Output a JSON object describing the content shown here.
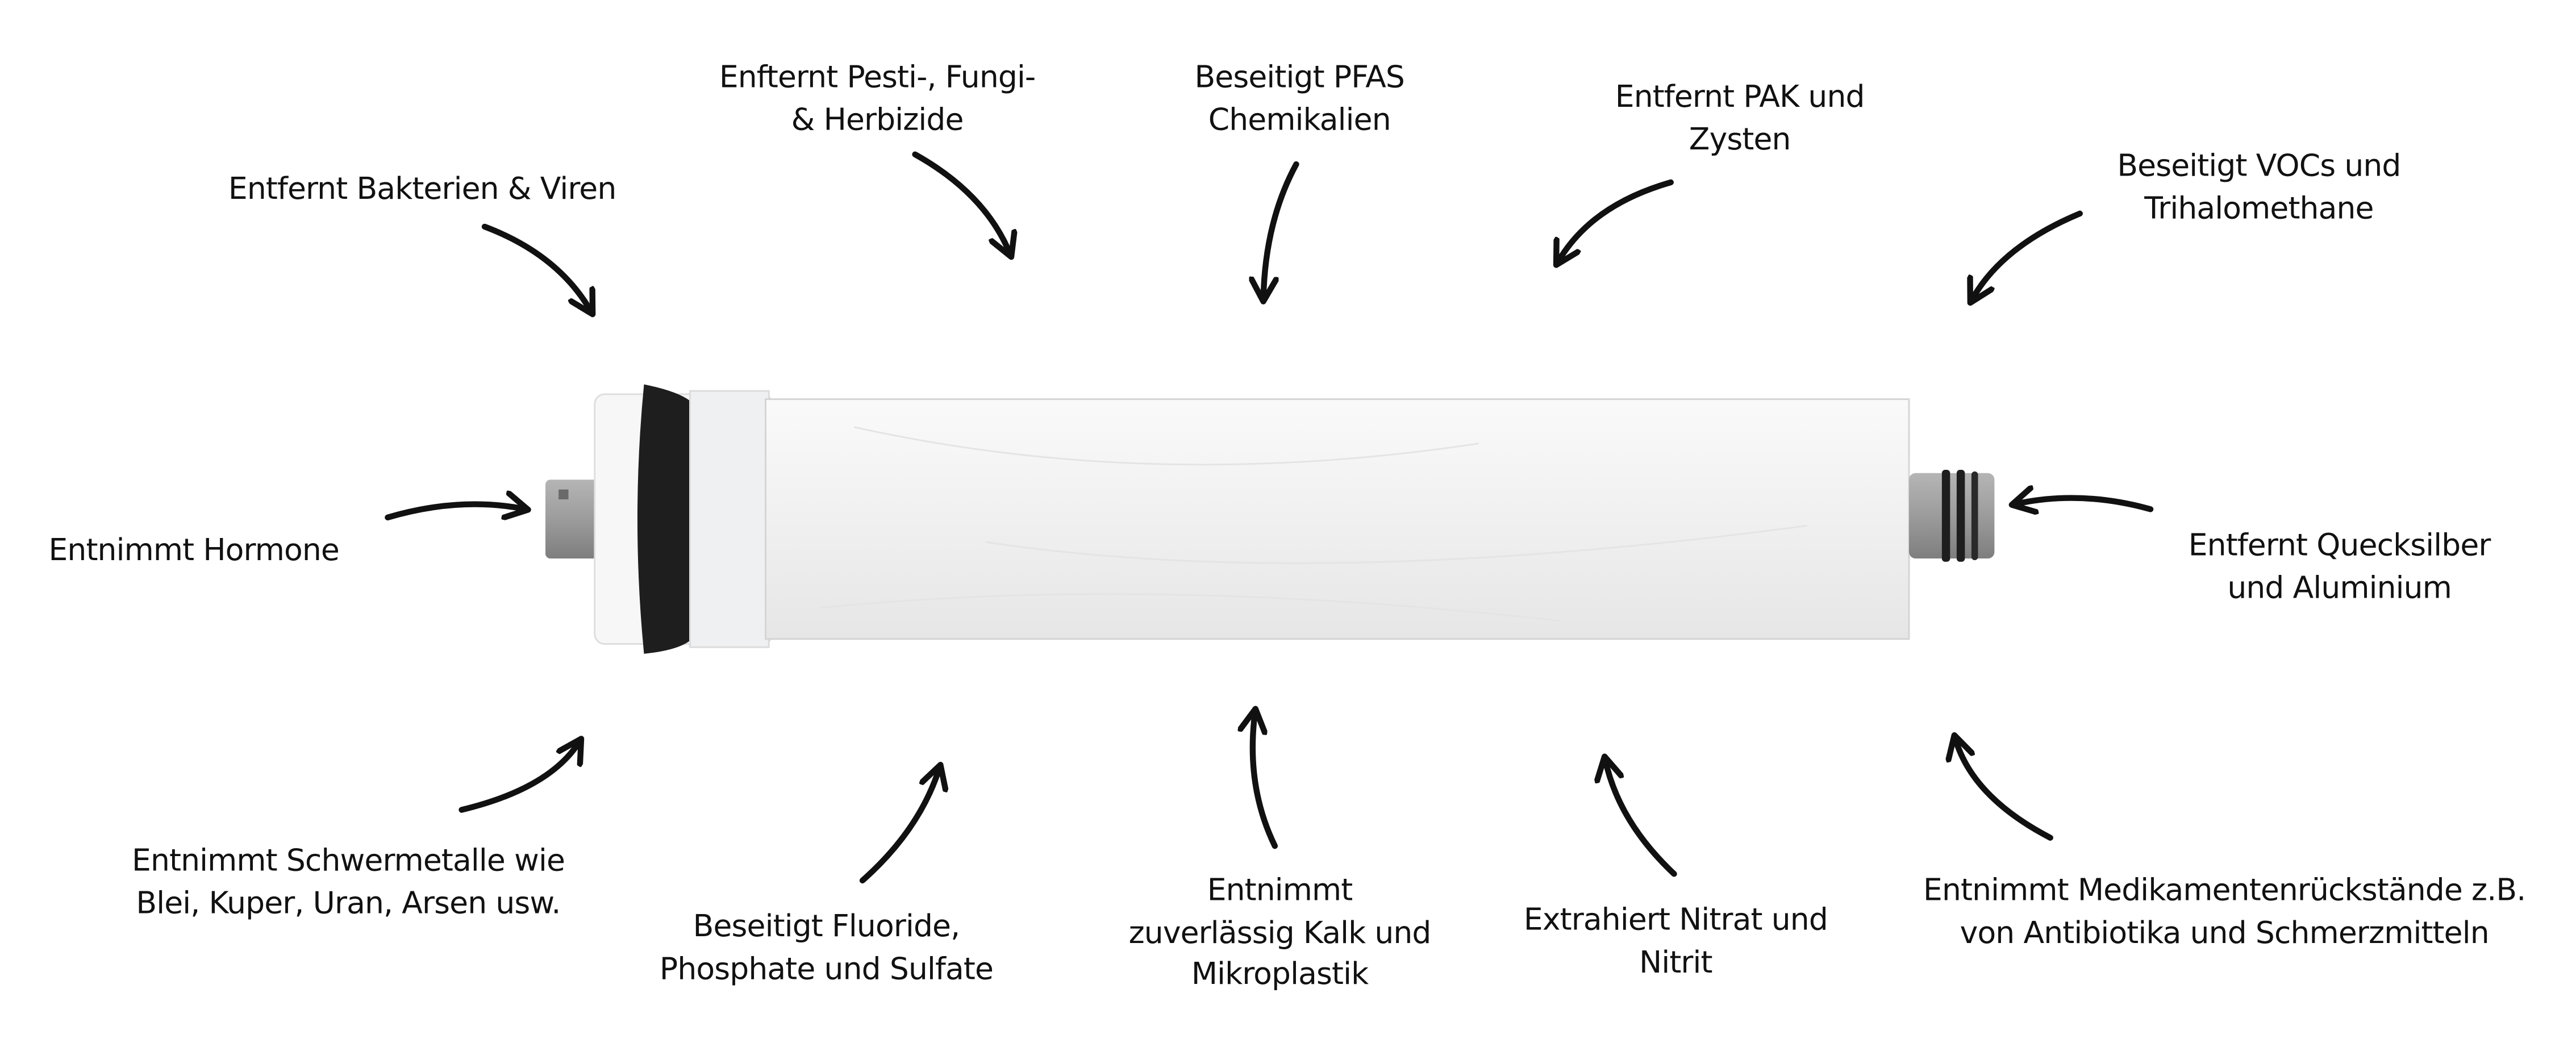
{
  "labels": {
    "bakterien": {
      "lines": [
        "Entfernt Bakterien & Viren"
      ]
    },
    "pestizide": {
      "lines": [
        "Enfternt Pesti-, Fungi-",
        "& Herbizide"
      ]
    },
    "pfas": {
      "lines": [
        "Beseitigt PFAS",
        "Chemikalien"
      ]
    },
    "pak": {
      "lines": [
        "Entfernt PAK und",
        "Zysten"
      ]
    },
    "vocs": {
      "lines": [
        "Beseitigt VOCs und",
        "Trihalomethane"
      ]
    },
    "hormone": {
      "lines": [
        "Entnimmt Hormone"
      ]
    },
    "quecksilber": {
      "lines": [
        "Entfernt Quecksilber",
        "und Aluminium"
      ]
    },
    "schwermetalle": {
      "lines": [
        "Entnimmt Schwermetalle wie",
        "Blei, Kuper, Uran, Arsen usw."
      ]
    },
    "fluoride": {
      "lines": [
        "Beseitigt Fluoride,",
        "Phosphate und Sulfate"
      ]
    },
    "kalk": {
      "lines": [
        "Entnimmt",
        "zuverlässig Kalk und",
        "Mikroplastik"
      ]
    },
    "nitrat": {
      "lines": [
        "Extrahiert Nitrat und",
        "Nitrit"
      ]
    },
    "medikamente": {
      "lines": [
        "Entnimmt Medikamentenrückstände z.B.",
        "von Antibiotika und Schmerzmitteln"
      ]
    }
  },
  "colors": {
    "text": "#111111",
    "arrow": "#111111",
    "cartridge_body": "#f1f1f1",
    "oring": "#222222",
    "nozzle": "#9a9a9a"
  }
}
